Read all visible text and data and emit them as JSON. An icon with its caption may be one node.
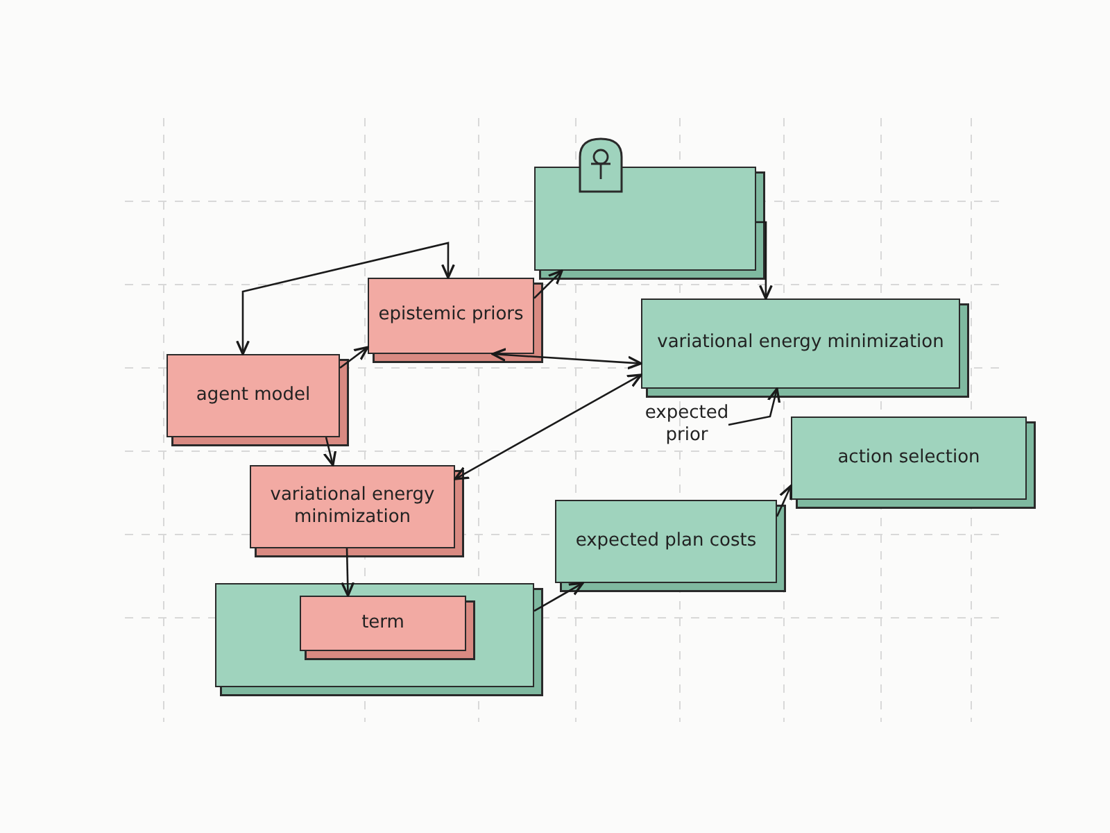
{
  "diagram": {
    "nodes": [
      {
        "text": [
          "agent model"
        ]
      },
      {
        "text": [
          "epistemic priors"
        ]
      },
      {
        "text": [],
        "shape": "box"
      },
      {
        "text": [
          "variational energy minimization"
        ]
      },
      {
        "text": [
          "expected prior"
        ]
      },
      {
        "text": [
          "variational energy minimization"
        ]
      },
      {
        "text": [],
        "shape": "box"
      },
      {
        "text": [
          "term"
        ],
        "in": 6
      },
      {
        "text": [
          "expected plan costs"
        ]
      },
      {
        "text": [
          "action selection"
        ]
      }
    ],
    "edges": [
      {
        "from": 0,
        "to": 1,
        "arrow": "both"
      },
      {
        "from": 0,
        "to": 1,
        "arrow": "to"
      },
      {
        "from": 1,
        "to": 2,
        "arrow": "to"
      },
      {
        "from": 2,
        "to": 3,
        "arrow": "to"
      },
      {
        "from": 1,
        "to": 3,
        "arrow": "both"
      },
      {
        "from": 5,
        "to": 3,
        "arrow": "both"
      },
      {
        "from": 4,
        "to": 3,
        "arrow": "to"
      },
      {
        "from": 0,
        "to": 5,
        "arrow": "to"
      },
      {
        "from": 5,
        "to": 7,
        "arrow": "to"
      },
      {
        "from": 6,
        "to": 8,
        "arrow": "to"
      },
      {
        "from": 8,
        "to": 9,
        "arrow": "to"
      }
    ]
  }
}
